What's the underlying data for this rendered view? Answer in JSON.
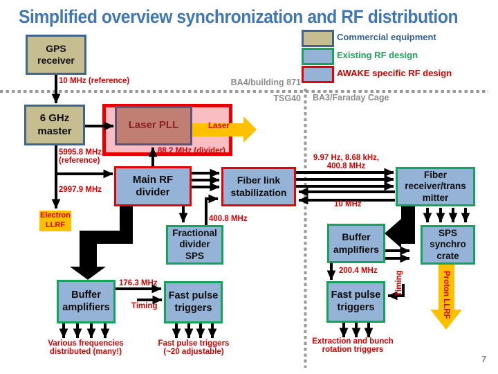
{
  "title": "Simplified overview synchronization and RF distribution",
  "page_number": "7",
  "legend": {
    "items": [
      {
        "label": "Commercial equipment",
        "swatch_fill": "#C6BD90",
        "swatch_border": "#41648F",
        "text_color": "#365F91"
      },
      {
        "label": "Existing RF design",
        "swatch_fill": "#95B3D7",
        "swatch_border": "#13A45A",
        "text_color": "#1FA05C"
      },
      {
        "label": "AWAKE specific RF design",
        "swatch_fill": "#95B3D7",
        "swatch_border": "#E60000",
        "text_color": "#D10000"
      }
    ]
  },
  "zones": {
    "top_area": "BA4/building 871",
    "left_area": "TSG40",
    "right_area": "BA3/Faraday Cage"
  },
  "boxes": {
    "gps_receiver": "GPS\nreceiver",
    "ghz_master": "6 GHz\nmaster",
    "laser_pll": "Laser PLL",
    "main_rf_divider": "Main RF\ndivider",
    "fiber_link_stabilization": "Fiber link\nstabilization",
    "fiber_receiver": "Fiber\nreceiver/trans\nmitter",
    "fractional_divider_sps": "Fractional\ndivider\nSPS",
    "buffer_amplifiers_left": "Buffer\namplifiers",
    "fast_pulse_triggers_left": "Fast pulse\ntriggers",
    "buffer_amplifiers_right": "Buffer\namplifiers",
    "fast_pulse_triggers_right": "Fast pulse\ntriggers",
    "sps_synchro_crate": "SPS\nsynchro\ncrate"
  },
  "tags": {
    "electron_llrf": "Electron\nLLRF",
    "proton_llrf": "Proton LLRF"
  },
  "signals": {
    "ref_10mhz": "10 MHz (reference)",
    "ref_5995": "5995.8 MHz\n(reference)",
    "f_2997": "2997.9 MHz",
    "f_88": "88.2 MHz (divider)",
    "laser": "Laser",
    "f_400_left": "400.8 MHz",
    "fiber_freqs": "9.97 Hz, 8.68 kHz,\n400.8 MHz",
    "f_10mhz": "10 MHz",
    "f_176": "176.3 MHz",
    "timing_left": "Timing",
    "f_200": "200.4 MHz",
    "timing_right": "Timing"
  },
  "notes": {
    "various": "Various frequencies\ndistributed (many!)",
    "fast_adjustable": "Fast pulse triggers\n(~20 adjustable)",
    "extraction": "Extraction and bunch\nrotation triggers"
  },
  "colors": {
    "title_text": "#4177B4",
    "commercial_fill": "#C6BD90",
    "commercial_border": "#41648F",
    "rf_box_fill": "#95B3D7",
    "existing_border": "#13A45A",
    "awake_border": "#E60000",
    "laser_region_fill": "#F9BDC2",
    "laser_pll_fill": "#C07F72",
    "red_text": "#D60000",
    "orange_accent": "#FFC000",
    "zone_gray": "#8C8C8C"
  }
}
